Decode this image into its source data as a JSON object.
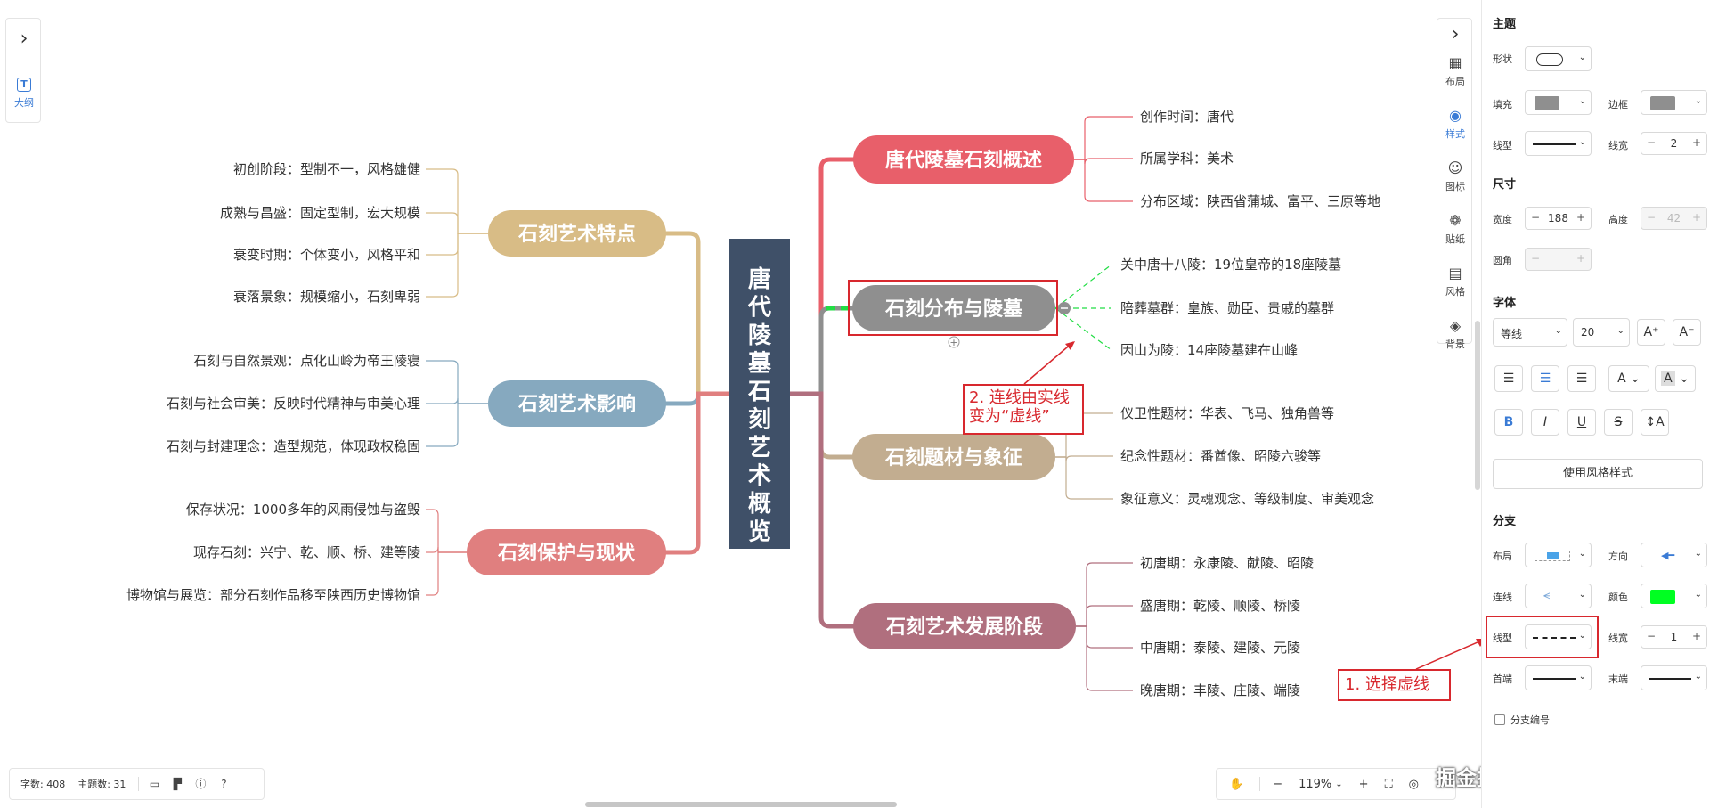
{
  "outline": {
    "label": "大纲"
  },
  "mindmap": {
    "center": "唐代陵墓石刻艺术概览",
    "branches": [
      {
        "id": "b1",
        "title": "唐代陵墓石刻概述",
        "color": "#e85f6a",
        "items": [
          "创作时间：唐代",
          "所属学科：美术",
          "分布区域：陕西省蒲城、富平、三原等地"
        ]
      },
      {
        "id": "b2",
        "title": "石刻分布与陵墓",
        "color": "#8f8f8f",
        "items": [
          "关中唐十八陵：19位皇帝的18座陵墓",
          "陪葬墓群：皇族、勋臣、贵戚的墓群",
          "因山为陵：14座陵墓建在山峰"
        ]
      },
      {
        "id": "b3",
        "title": "石刻题材与象征",
        "color": "#c2ad90",
        "items": [
          "仪卫性题材：华表、飞马、独角兽等",
          "纪念性题材：番酋像、昭陵六骏等",
          "象征意义：灵魂观念、等级制度、审美观念"
        ]
      },
      {
        "id": "b4",
        "title": "石刻艺术发展阶段",
        "color": "#b06f7e",
        "items": [
          "初唐期：永康陵、献陵、昭陵",
          "盛唐期：乾陵、顺陵、桥陵",
          "中唐期：泰陵、建陵、元陵",
          "晚唐期：丰陵、庄陵、端陵"
        ]
      },
      {
        "id": "b5",
        "title": "石刻艺术特点",
        "color": "#d8bc86",
        "items": [
          "初创阶段：型制不一，风格雄健",
          "成熟与昌盛：固定型制，宏大规模",
          "衰变时期：个体变小，风格平和",
          "衰落景象：规模缩小，石刻卑弱"
        ]
      },
      {
        "id": "b6",
        "title": "石刻艺术影响",
        "color": "#86a9bf",
        "items": [
          "石刻与自然景观：点化山岭为帝王陵寝",
          "石刻与社会审美：反映时代精神与审美心理",
          "石刻与封建理念：造型规范，体现政权稳固"
        ]
      },
      {
        "id": "b7",
        "title": "石刻保护与现状",
        "color": "#e07f7f",
        "items": [
          "保存状况：1000多年的风雨侵蚀与盗毁",
          "现存石刻：兴宁、乾、顺、桥、建等陵",
          "博物馆与展览：部分石刻作品移至陕西历史博物馆"
        ]
      }
    ]
  },
  "annotations": {
    "note1": "1. 选择虚线",
    "note2_line1": "2. 连线由实线",
    "note2_line2": "变为“虚线”"
  },
  "toolbar": {
    "items": [
      {
        "label": "布局",
        "icon": "layout-icon"
      },
      {
        "label": "样式",
        "icon": "palette-icon",
        "active": true
      },
      {
        "label": "图标",
        "icon": "smiley-icon"
      },
      {
        "label": "贴纸",
        "icon": "flower-icon"
      },
      {
        "label": "风格",
        "icon": "grid-icon"
      },
      {
        "label": "背景",
        "icon": "layers-icon"
      }
    ]
  },
  "status": {
    "word_count": "字数: 408",
    "topic_count": "主题数: 31"
  },
  "zoom": {
    "level": "119%"
  },
  "watermark": "掘金技术社区 @ 图形天下",
  "panel": {
    "theme_title": "主题",
    "shape_label": "形状",
    "fill_label": "填充",
    "border_label": "边框",
    "line_type_label": "线型",
    "line_width_label": "线宽",
    "line_width_value": "2",
    "size_title": "尺寸",
    "width_label": "宽度",
    "width_value": "188",
    "height_label": "高度",
    "height_value": "42",
    "radius_label": "圆角",
    "font_title": "字体",
    "font_family": "等线",
    "font_size": "20",
    "apply_style_btn": "使用风格样式",
    "branch_title": "分支",
    "branch_layout_label": "布局",
    "branch_direction_label": "方向",
    "branch_line_label": "连线",
    "branch_color_label": "颜色",
    "branch_line_type_label": "线型",
    "branch_line_width_label": "线宽",
    "branch_line_width_value": "1",
    "head_label": "首端",
    "tail_label": "末端",
    "numbering_label": "分支编号",
    "fill_color": "#8f8f8f",
    "border_color": "#8f8f8f",
    "branch_color": "#00ff22"
  }
}
